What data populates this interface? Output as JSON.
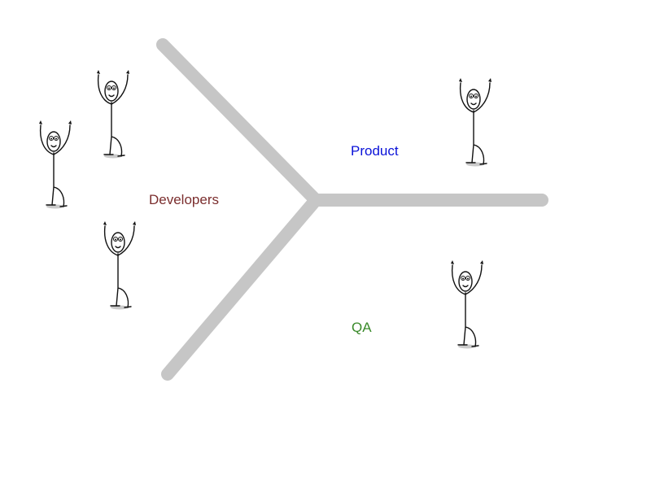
{
  "labels": {
    "developers": "Developers",
    "product": "Product",
    "qa": "QA"
  },
  "colors": {
    "developers": "#7b2e2e",
    "product": "#0a12d8",
    "qa": "#3a8a2a",
    "arms": "#c6c6c6"
  },
  "groups": [
    {
      "name": "developers",
      "figure_count": 3
    },
    {
      "name": "product",
      "figure_count": 1
    },
    {
      "name": "qa",
      "figure_count": 1
    }
  ],
  "icons": [
    "stick-figure-icon"
  ]
}
